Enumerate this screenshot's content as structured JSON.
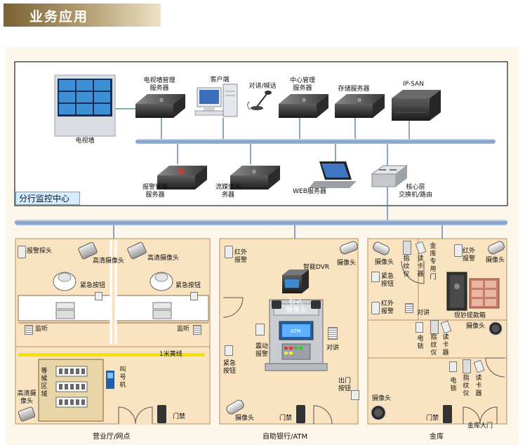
{
  "header": {
    "title": "业务应用"
  },
  "center": {
    "title": "分行监控中心",
    "devices": {
      "tv_wall": "电视墙",
      "tv_wall_server": "电视墙管理\n服务器",
      "client": "客户端",
      "intercom": "对讲/喊话",
      "central_server": "中心管理\n服务器",
      "storage_server": "存储服务器",
      "ip_san": "IP-SAN",
      "alarm_server": "报警管理\n服务器",
      "streaming_server": "流媒体服\n务器",
      "web_server": "WEB服务器",
      "core_switch": "核心层\n交换机/路由"
    }
  },
  "hall": {
    "caption": "营业厅/网点",
    "alarm_detector": "报警探头",
    "hd_camera_1": "高清摄像头",
    "hd_camera_2": "高清摄像头",
    "emergency_btn_1": "紧急按钮",
    "emergency_btn_2": "紧急按钮",
    "monitor_1": "监听",
    "monitor_2": "监听",
    "yellow_line": "1米黄线",
    "waiting_area": "等候区域",
    "queue_machine": "叫号机",
    "hd_camera_3": "高清摄像头",
    "access_control": "门禁"
  },
  "atm": {
    "caption": "自助银行/ATM",
    "ir_alarm": "红外\n报警",
    "camera_1": "摄像头",
    "smart_dvr": "智能DVR",
    "pinhole_camera": "针孔\n摄像头",
    "atm_screen": "ATM",
    "shock_alarm": "震动\n报警",
    "intercom": "对讲",
    "emergency_btn": "紧急\n按钮",
    "exit_btn": "出门\n按钮",
    "camera_2": "摄像头",
    "access_control": "门禁"
  },
  "vault": {
    "caption": "金库",
    "camera_1": "摄像头",
    "fingerprint_1": "指纹仪",
    "card_reader_1": "读卡器",
    "vault_door": "金库专用门",
    "ir_alarm_1": "红外\n报警",
    "camera_2": "摄像头",
    "emergency_btn": "紧急\n按钮",
    "ir_alarm_2": "红外\n报警",
    "intercom": "对讲",
    "cash_box": "现钞提款箱",
    "camera_3": "摄像头",
    "lock_1": "电锁",
    "fingerprint_2": "指纹仪",
    "card_reader_2": "读卡器",
    "lock_2": "电锁",
    "fingerprint_3": "指纹仪",
    "card_reader_3": "读卡器",
    "camera_4": "摄像头",
    "access_control": "门禁",
    "main_gate": "金库大门"
  }
}
